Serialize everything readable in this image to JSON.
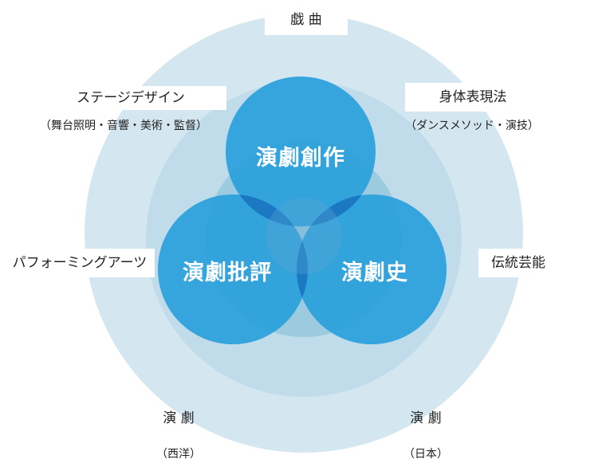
{
  "center": {
    "top_circle": "演劇創作",
    "left_circle": "演劇批評",
    "right_circle": "演劇史"
  },
  "outer_labels": {
    "top": {
      "main": "戯 曲"
    },
    "upper_left": {
      "main": "ステージデザイン",
      "sub": "（舞台照明・音響・美術・監督）"
    },
    "upper_right": {
      "main": "身体表現法",
      "sub": "（ダンスメソッド・演技）"
    },
    "left": {
      "main": "パフォーミングアーツ"
    },
    "right": {
      "main": "伝統芸能"
    },
    "bottom_left": {
      "main": "演 劇",
      "sub": "（西洋）"
    },
    "bottom_right": {
      "main": "演 劇",
      "sub": "（日本）"
    }
  },
  "colors": {
    "outer_ring": "#d4e7f1",
    "middle_ring": "#c0dcea",
    "inner_ring": "#9ccbe0",
    "circle_blue": "#2b9fdc",
    "overlap_blue": "#1c6fbe"
  }
}
